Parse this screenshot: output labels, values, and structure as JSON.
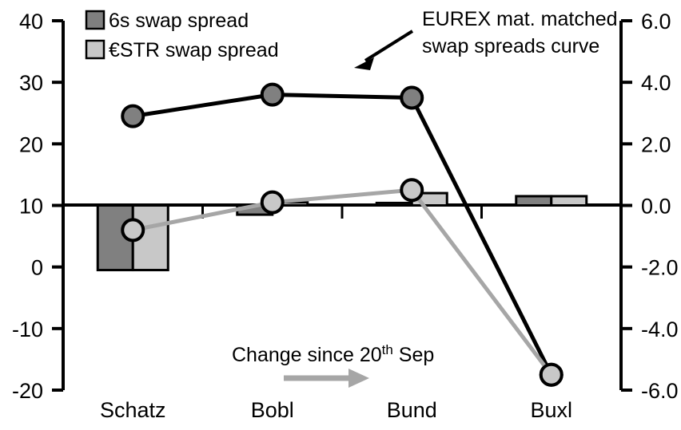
{
  "chart_data": {
    "type": "bar",
    "title": "",
    "xlabel": "",
    "categories": [
      "Schatz",
      "Bobl",
      "Bund",
      "Buxl"
    ],
    "grid": false,
    "legend_position": "top-left",
    "left_axis": {
      "label": "",
      "ylim": [
        -20,
        40
      ],
      "ticks": [
        -20,
        -10,
        0,
        10,
        20,
        30,
        40
      ],
      "tick_labels": [
        "-20",
        "-10",
        "0",
        "10",
        "20",
        "30",
        "40"
      ],
      "zero_reference_value": 10
    },
    "right_axis": {
      "label": "",
      "ylim": [
        -6.0,
        6.0
      ],
      "ticks": [
        -6.0,
        -4.0,
        -2.0,
        0.0,
        2.0,
        4.0,
        6.0
      ],
      "tick_labels": [
        "-6.0",
        "-4.0",
        "-2.0",
        "0.0",
        "2.0",
        "4.0",
        "6.0"
      ]
    },
    "series": [
      {
        "name": "6s swap spread",
        "kind": "bar",
        "axis": "left",
        "color": "#808080",
        "values": [
          -10.5,
          -1.5,
          0.4,
          1.5
        ]
      },
      {
        "name": "€STR swap spread",
        "kind": "bar",
        "axis": "left",
        "color": "#c8c8c8",
        "values": [
          -10.5,
          0.5,
          2.0,
          1.5
        ]
      },
      {
        "name": "EUREX mat. matched swap spreads curve",
        "kind": "line",
        "axis": "right",
        "color": "#000000",
        "marker_fill": "#808080",
        "values": [
          2.9,
          3.6,
          3.5,
          -5.5
        ]
      },
      {
        "name": "Change since 20th Sep",
        "kind": "line",
        "axis": "right",
        "color": "#a6a6a6",
        "marker_fill": "#c8c8c8",
        "values": [
          -0.8,
          0.1,
          0.5,
          -5.5
        ]
      }
    ]
  },
  "legend": {
    "items": [
      {
        "label": "6s swap spread",
        "color": "#808080"
      },
      {
        "label": "€STR swap spread",
        "color": "#c8c8c8"
      }
    ]
  },
  "annotations": {
    "curve_note": {
      "line1": "EUREX mat. matched",
      "line2": "swap spreads curve"
    },
    "change_note": {
      "prefix": "Change since 20",
      "sup": "th",
      "suffix": " Sep"
    }
  },
  "axis_left_labels": [
    "40",
    "30",
    "20",
    "10",
    "0",
    "-10",
    "-20"
  ],
  "axis_right_labels": [
    "6.0",
    "4.0",
    "2.0",
    "0.0",
    "-2.0",
    "-4.0",
    "-6.0"
  ],
  "category_labels": [
    "Schatz",
    "Bobl",
    "Bund",
    "Buxl"
  ]
}
